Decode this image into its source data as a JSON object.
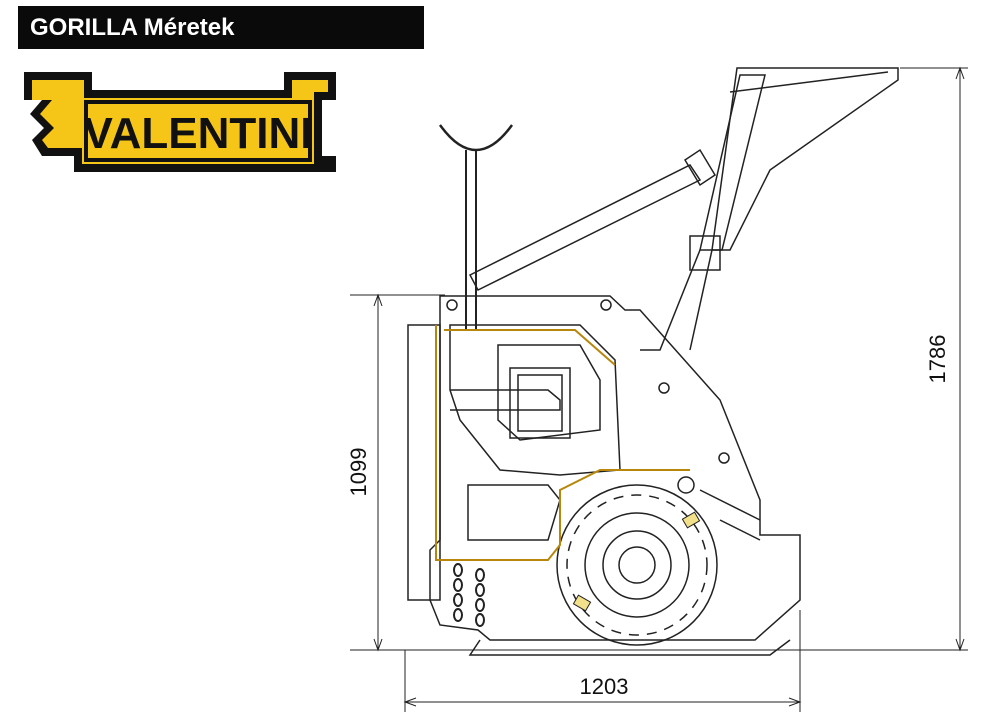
{
  "title": "GORILLA Méretek",
  "logo": {
    "text": "VALENTINI",
    "colors": {
      "yellow": "#f5c518",
      "black": "#111111"
    }
  },
  "dimensions": {
    "height_front": "1099",
    "height_total": "1786",
    "width_total": "1203"
  },
  "colors": {
    "line": "#222222",
    "accent": "#b8860b"
  }
}
